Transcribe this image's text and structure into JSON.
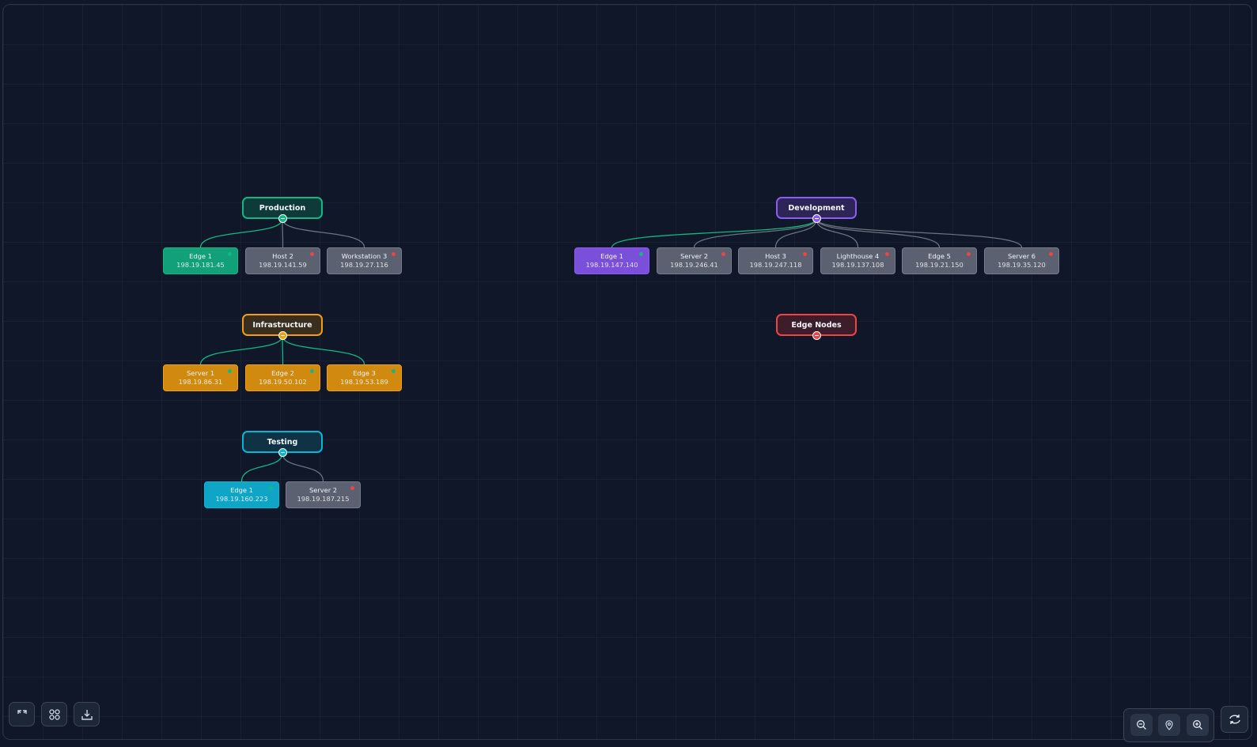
{
  "colors": {
    "online": "#10b981",
    "offline": "#ef4444",
    "edge_inactive": "#6b7280",
    "node_inactive": "#5b6170"
  },
  "groups": [
    {
      "label": "Production",
      "border": "#10b981",
      "fill": "#0f3a3a",
      "active_fill": "#12a07a",
      "children": [
        {
          "name": "Edge 1",
          "ip": "198.19.181.45",
          "status": "online"
        },
        {
          "name": "Host 2",
          "ip": "198.19.141.59",
          "status": "offline"
        },
        {
          "name": "Workstation 3",
          "ip": "198.19.27.116",
          "status": "offline"
        }
      ]
    },
    {
      "label": "Infrastructure",
      "border": "#f59e0b",
      "fill": "#3a2f1f",
      "active_fill": "#d08a10",
      "children": [
        {
          "name": "Server 1",
          "ip": "198.19.86.31",
          "status": "online"
        },
        {
          "name": "Edge 2",
          "ip": "198.19.50.102",
          "status": "online"
        },
        {
          "name": "Edge 3",
          "ip": "198.19.53.189",
          "status": "online"
        }
      ]
    },
    {
      "label": "Testing",
      "border": "#06b6d4",
      "fill": "#0f3345",
      "active_fill": "#0ea5c6",
      "children": [
        {
          "name": "Edge 1",
          "ip": "198.19.160.223",
          "status": "online"
        },
        {
          "name": "Server 2",
          "ip": "198.19.187.215",
          "status": "offline"
        }
      ]
    },
    {
      "label": "Development",
      "border": "#8b5cf6",
      "fill": "#2c2556",
      "active_fill": "#7a4fd9",
      "children": [
        {
          "name": "Edge 1",
          "ip": "198.19.147.140",
          "status": "online"
        },
        {
          "name": "Server 2",
          "ip": "198.19.246.41",
          "status": "offline"
        },
        {
          "name": "Host 3",
          "ip": "198.19.247.118",
          "status": "offline"
        },
        {
          "name": "Lighthouse 4",
          "ip": "198.19.137.108",
          "status": "offline"
        },
        {
          "name": "Edge 5",
          "ip": "198.19.21.150",
          "status": "offline"
        },
        {
          "name": "Server 6",
          "ip": "198.19.35.120",
          "status": "offline"
        }
      ]
    },
    {
      "label": "Edge Nodes",
      "border": "#ef4444",
      "fill": "#3d1d2a",
      "active_fill": "#ef4444",
      "children": []
    }
  ],
  "toolbar_left": [
    {
      "icon": "expand-icon",
      "action": "fit-view"
    },
    {
      "icon": "grid-layout-icon",
      "action": "layout"
    },
    {
      "icon": "download-icon",
      "action": "export"
    }
  ],
  "toolbar_right": [
    {
      "icon": "zoom-out-icon",
      "action": "zoom-out"
    },
    {
      "icon": "location-pin-icon",
      "action": "center"
    },
    {
      "icon": "zoom-in-icon",
      "action": "zoom-in"
    },
    {
      "icon": "refresh-icon",
      "action": "refresh"
    }
  ]
}
